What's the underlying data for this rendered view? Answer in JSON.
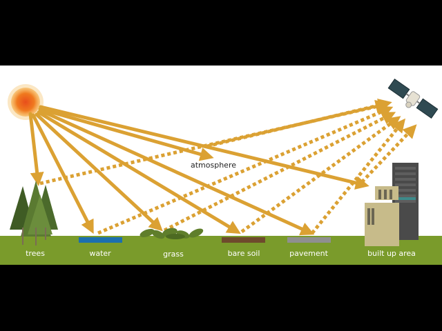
{
  "atmosphere_label": "atmosphere",
  "surfaces": [
    {
      "key": "trees",
      "label": "trees"
    },
    {
      "key": "water",
      "label": "water"
    },
    {
      "key": "grass",
      "label": "grass"
    },
    {
      "key": "bare-soil",
      "label": "bare soil"
    },
    {
      "key": "pavement",
      "label": "pavement"
    },
    {
      "key": "built-up-area",
      "label": "built up area"
    }
  ],
  "colors": {
    "ray": "#dba133",
    "ground": "#7a9b2b",
    "water": "#1c6fae",
    "soil": "#6e4a2c",
    "pavement": "#8f8f8f",
    "sun": "#e84e1b",
    "tree": "#4f6a2e",
    "building_light": "#c7bb8a",
    "building_dark": "#4a4a4a"
  }
}
